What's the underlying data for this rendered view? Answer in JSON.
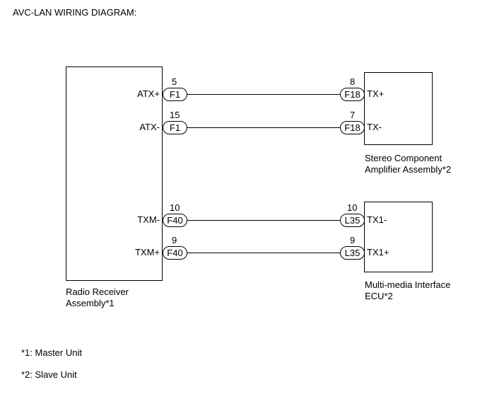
{
  "title": "AVC-LAN WIRING DIAGRAM:",
  "components": {
    "radio_receiver": "Radio Receiver\nAssembly*1",
    "stereo_amplifier": "Stereo Component\nAmplifier Assembly*2",
    "multimedia_ecu": "Multi-media Interface\nECU*2"
  },
  "connections": [
    {
      "left_signal": "ATX+",
      "left_pin": "5",
      "left_connector": "F1",
      "right_pin": "8",
      "right_connector": "F18",
      "right_signal": "TX+"
    },
    {
      "left_signal": "ATX-",
      "left_pin": "15",
      "left_connector": "F1",
      "right_pin": "7",
      "right_connector": "F18",
      "right_signal": "TX-"
    },
    {
      "left_signal": "TXM-",
      "left_pin": "10",
      "left_connector": "F40",
      "right_pin": "10",
      "right_connector": "L35",
      "right_signal": "TX1-"
    },
    {
      "left_signal": "TXM+",
      "left_pin": "9",
      "left_connector": "F40",
      "right_pin": "9",
      "right_connector": "L35",
      "right_signal": "TX1+"
    }
  ],
  "notes": [
    "*1: Master Unit",
    "*2: Slave Unit"
  ]
}
